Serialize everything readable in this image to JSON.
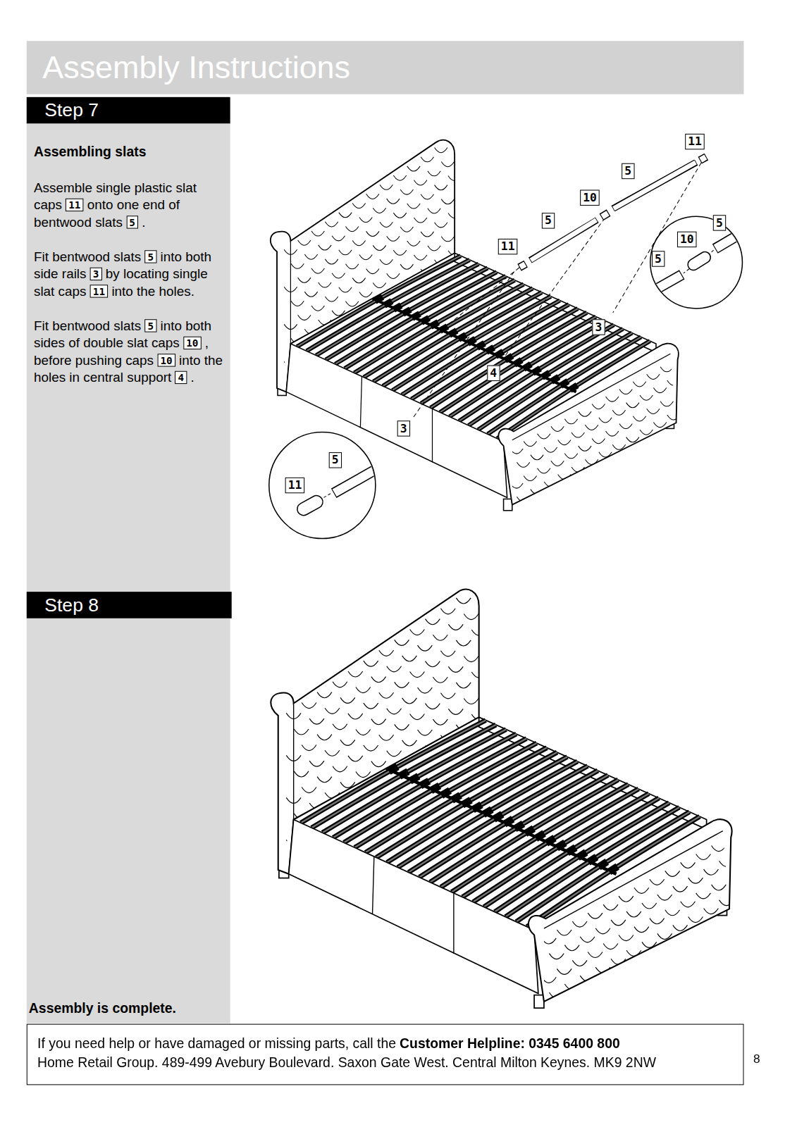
{
  "diagram": {
    "title": "Assembly Instructions",
    "nodes": [
      {
        "text": [
          "Step 7"
        ]
      },
      {
        "text": [
          "Assembling slats",
          "Assemble single plastic slat caps 11 onto one end of bentwood slats 5 .",
          "Fit bentwood slats 5 into both side rails 3 by locating single slat caps 11 into the holes.",
          "Fit bentwood slats 5 into both sides of double slat caps 10 , before pushing caps 10 into the holes in central support 4 ."
        ]
      },
      {
        "text": [
          "Step 8"
        ]
      },
      {
        "text": [
          "Assembly is complete."
        ]
      },
      {
        "text": [
          "If you need help or have damaged or missing parts, call the",
          "Customer Helpline: 0345 6400 800",
          "Home Retail Group. 489-499 Avebury Boulevard. Saxon Gate West. Central Milton Keynes. MK9 2NW"
        ]
      }
    ],
    "labels": [
      "11",
      "5",
      "10",
      "5",
      "5",
      "10",
      "11",
      "5",
      "3",
      "4",
      "3",
      "5",
      "11",
      "8"
    ]
  }
}
